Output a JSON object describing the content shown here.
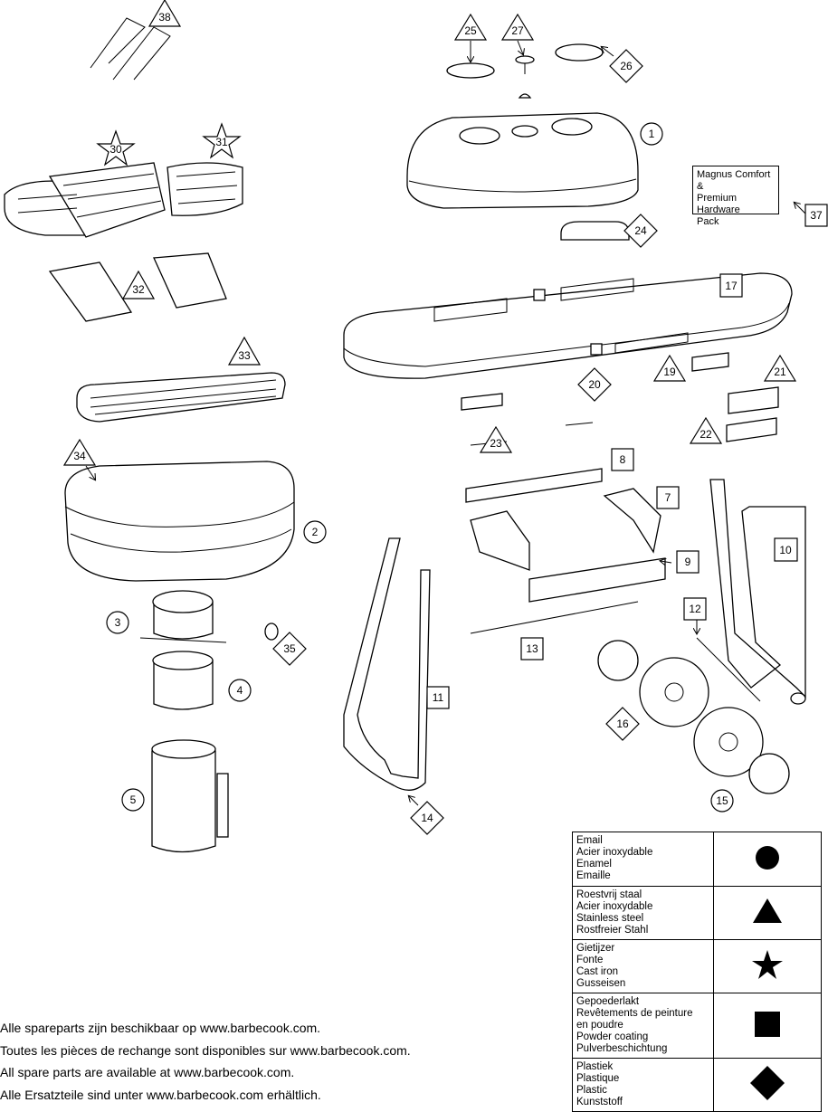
{
  "parts": {
    "p1": "1",
    "p2": "2",
    "p3": "3",
    "p4": "4",
    "p5": "5",
    "p7": "7",
    "p8": "8",
    "p9": "9",
    "p10": "10",
    "p11": "11",
    "p12": "12",
    "p13": "13",
    "p14": "14",
    "p15": "15",
    "p16": "16",
    "p17": "17",
    "p19": "19",
    "p20": "20",
    "p21": "21",
    "p22": "22",
    "p23": "23",
    "p24": "24",
    "p25": "25",
    "p26": "26",
    "p27": "27",
    "p30": "30",
    "p31": "31",
    "p32": "32",
    "p33": "33",
    "p34": "34",
    "p35": "35",
    "p37": "37",
    "p38": "38"
  },
  "hardware_pack": {
    "line1": "Magnus Comfort &",
    "line2": "Premium Hardware",
    "line3": "Pack"
  },
  "footer": [
    "Alle spareparts zijn beschikbaar op www.barbecook.com.",
    "Toutes les pièces de rechange sont disponibles sur www.barbecook.com.",
    "All spare parts are available at www.barbecook.com.",
    "Alle Ersatzteile sind unter www.barbecook.com erhältlich."
  ],
  "legend": [
    {
      "symbol": "circle-icon",
      "lines": [
        "Email",
        "Acier inoxydable",
        "Enamel",
        "Emaille"
      ]
    },
    {
      "symbol": "triangle-icon",
      "lines": [
        "Roestvrij staal",
        "Acier inoxydable",
        "Stainless steel",
        "Rostfreier Stahl"
      ]
    },
    {
      "symbol": "star-icon",
      "lines": [
        "Gietijzer",
        "Fonte",
        "Cast iron",
        "Gusseisen"
      ]
    },
    {
      "symbol": "square-icon",
      "lines": [
        "Gepoederlakt",
        "Revêtements de peinture",
        "en poudre",
        "Powder coating",
        "Pulverbeschichtung"
      ]
    },
    {
      "symbol": "diamond-icon",
      "lines": [
        "Plastiek",
        "Plastique",
        "Plastic",
        "Kunststoff"
      ]
    }
  ]
}
